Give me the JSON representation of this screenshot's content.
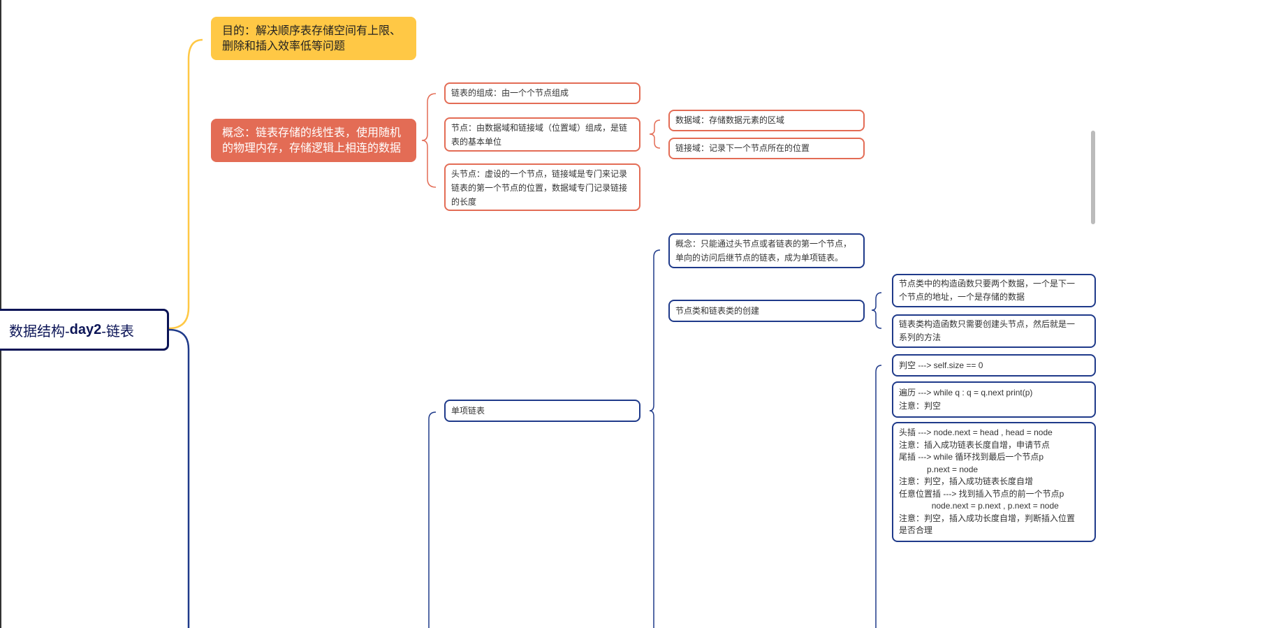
{
  "root": {
    "prefix": "数据结构-",
    "bold": "day2",
    "suffix": "-链表"
  },
  "colors": {
    "yellow": "#ffc845",
    "red": "#e36c55",
    "blue": "#1f3a8a",
    "root": "#0b1456"
  },
  "branches": {
    "purpose": "目的：解决顺序表存储空间有上限、\n删除和插入效率低等问题",
    "concept": "概念：链表存储的线性表，使用随机\n的物理内存，存储逻辑上相连的数据",
    "concept_children": [
      "链表的组成：由一个个节点组成",
      "节点：由数据域和链接域（位置域）组成，是链\n表的基本单位",
      "头节点：虚设的一个节点，链接域是专门来记录\n链表的第一个节点的位置，数据域专门记录链接\n的长度"
    ],
    "node_children": [
      "数据域：存储数据元素的区域",
      "链接域：记录下一个节点所在的位置"
    ],
    "singly": "单项链表",
    "singly_children": {
      "concept": "概念：只能通过头节点或者链表的第一个节点，\n单向的访问后继节点的链表，成为单项链表。",
      "create": "节点类和链表类的创建",
      "create_children": [
        "节点类中的构造函数只要两个数据，一个是下一\n个节点的地址，一个是存储的数据",
        "链表类构造函数只需要创建头节点，然后就是一\n系列的方法"
      ],
      "methods": [
        "判空 ---> self.size == 0",
        "遍历 ---> while q : q = q.next print(p)\n注意：判空",
        "头插 ---> node.next = head , head = node\n注意：插入成功链表长度自增，申请节点\n尾插 ---> while 循环找到最后一个节点p\n            p.next = node\n注意：判空，插入成功链表长度自增\n任意位置插 ---> 找到插入节点的前一个节点p\n              node.next = p.next , p.next = node\n注意：判空，插入成功长度自增，判断插入位置\n是否合理"
      ]
    }
  }
}
